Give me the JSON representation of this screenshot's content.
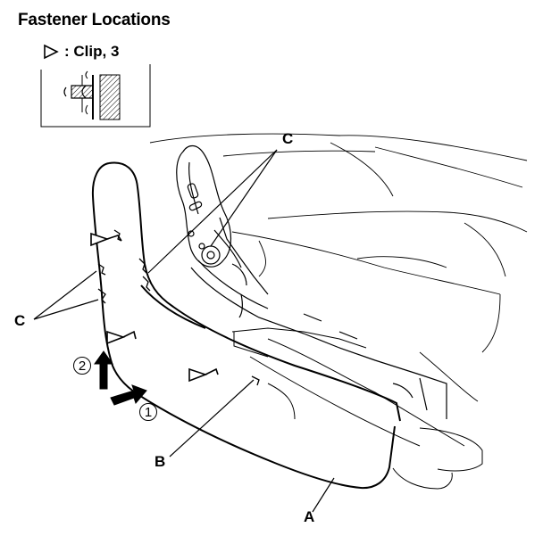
{
  "title": "Fastener Locations",
  "legend": {
    "label": ": Clip, 3"
  },
  "callouts": {
    "c_top": "C",
    "c_left": "C",
    "b": "B",
    "a": "A"
  },
  "steps": {
    "one": "1",
    "two": "2"
  }
}
